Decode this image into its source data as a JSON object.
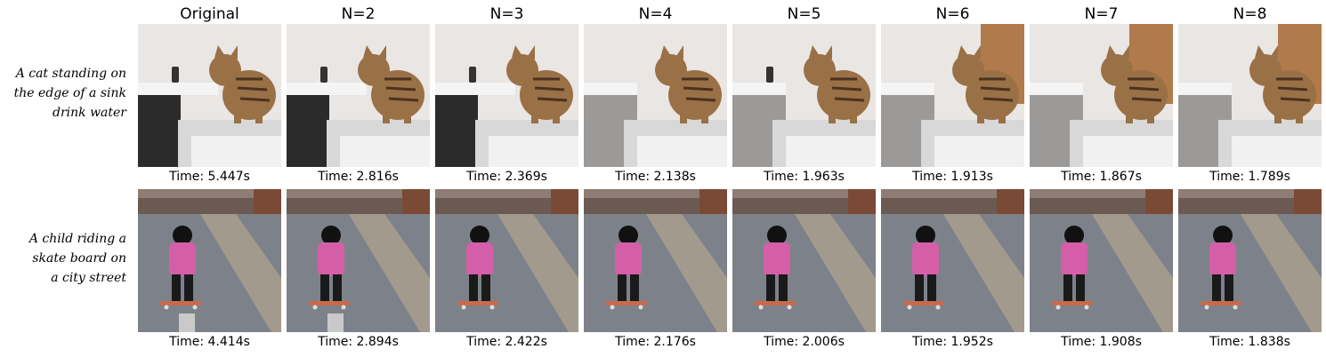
{
  "columns": [
    "Original",
    "N=2",
    "N=3",
    "N=4",
    "N=5",
    "N=6",
    "N=7",
    "N=8"
  ],
  "rows": [
    {
      "prompt_lines": [
        "A cat standing on",
        "the edge of a sink",
        "drink water"
      ],
      "scene": "cat-sink",
      "times": [
        "Time: 5.447s",
        "Time: 2.816s",
        "Time: 2.369s",
        "Time: 2.138s",
        "Time: 1.963s",
        "Time: 1.913s",
        "Time: 1.867s",
        "Time: 1.789s"
      ]
    },
    {
      "prompt_lines": [
        "A child riding a",
        "skate board on",
        "a city street"
      ],
      "scene": "child-skateboard",
      "times": [
        "Time: 4.414s",
        "Time: 2.894s",
        "Time: 2.422s",
        "Time: 2.176s",
        "Time: 2.006s",
        "Time: 1.952s",
        "Time: 1.908s",
        "Time: 1.838s"
      ]
    }
  ],
  "colors": {
    "cat_fur": "#9a7046",
    "cat_stripe": "#4a3220",
    "wall": "#e9e6e3",
    "counter": "#f4f4f4",
    "wood_panel": "#b07a4a",
    "road": "#7d828a",
    "sidewalk": "#a39a8e",
    "jacket": "#d45fa8",
    "pants": "#1a1a1a",
    "skateboard": "#c96a4a"
  }
}
